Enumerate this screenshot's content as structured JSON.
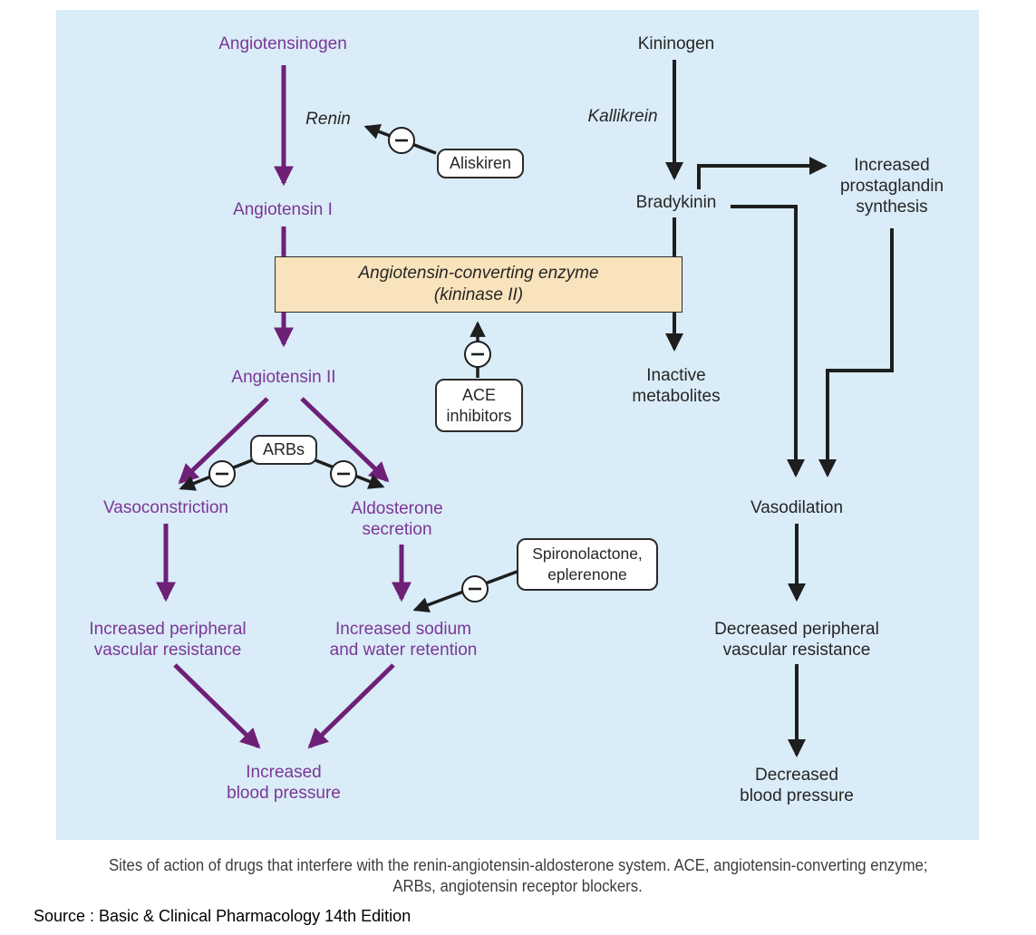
{
  "colors": {
    "panel_bg": "#D9ECF8",
    "purple_text": "#7B3794",
    "purple_arrow": "#6E2077",
    "black_arrow": "#1E1E1E",
    "enzyme_box_fill": "#F9E3BC",
    "drug_box_fill": "#FFFFFF"
  },
  "diagram": {
    "labels": {
      "angiotensinogen": "Angiotensinogen",
      "renin": "Renin",
      "angiotensin_i": "Angiotensin I",
      "angiotensin_ii": "Angiotensin II",
      "vasoconstriction": "Vasoconstriction",
      "aldosterone_secretion": "Aldosterone\nsecretion",
      "increased_peripheral_resistance": "Increased peripheral\nvascular resistance",
      "increased_sodium_retention": "Increased sodium\nand water retention",
      "increased_blood_pressure": "Increased\nblood pressure",
      "kininogen": "Kininogen",
      "kallikrein": "Kallikrein",
      "bradykinin": "Bradykinin",
      "increased_prostaglandin": "Increased\nprostaglandin\nsynthesis",
      "inactive_metabolites": "Inactive\nmetabolites",
      "vasodilation": "Vasodilation",
      "decreased_peripheral_resistance": "Decreased peripheral\nvascular resistance",
      "decreased_blood_pressure": "Decreased\nblood pressure"
    },
    "boxes": {
      "aliskiren": "Aliskiren",
      "ace_enzyme": "Angiotensin-converting enzyme\n(kininase II)",
      "ace_inhibitors": "ACE\ninhibitors",
      "arbs": "ARBs",
      "spironolactone": "Spironolactone,\neplerenone"
    },
    "icons": {
      "inhibition_symbol": "minus-in-circle"
    }
  },
  "caption": {
    "line1": "Sites of action of drugs that interfere with the renin-angiotensin-aldosterone system. ACE, angiotensin-converting enzyme;",
    "line2": "ARBs, angiotensin receptor blockers."
  },
  "source_line": "Source : Basic & Clinical Pharmacology 14th Edition"
}
